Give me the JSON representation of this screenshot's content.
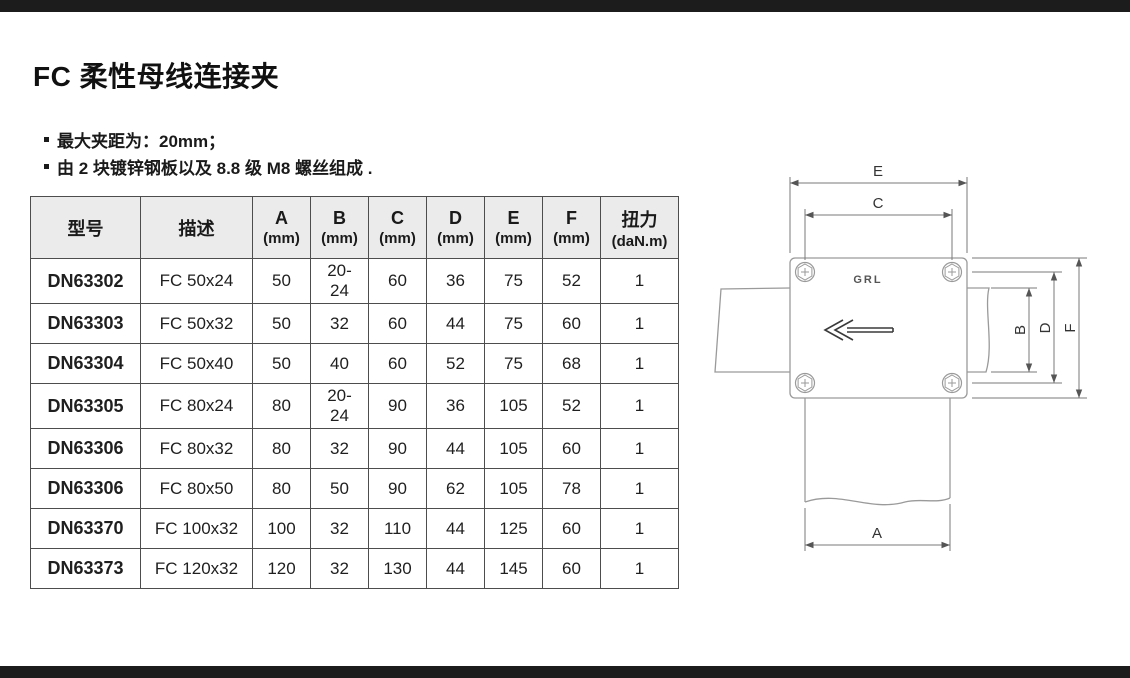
{
  "page": {
    "title": "FC 柔性母线连接夹",
    "bullets": [
      "最大夹距为：20mm；",
      "由 2 块镀锌钢板以及 8.8 级 M8 螺丝组成 ."
    ]
  },
  "table": {
    "headers": [
      {
        "top": "型号",
        "sub": ""
      },
      {
        "top": "描述",
        "sub": ""
      },
      {
        "top": "A",
        "sub": "(mm)"
      },
      {
        "top": "B",
        "sub": "(mm)"
      },
      {
        "top": "C",
        "sub": "(mm)"
      },
      {
        "top": "D",
        "sub": "(mm)"
      },
      {
        "top": "E",
        "sub": "(mm)"
      },
      {
        "top": "F",
        "sub": "(mm)"
      },
      {
        "top": "扭力",
        "sub": "(daN.m)"
      }
    ],
    "rows": [
      [
        "DN63302",
        "FC 50x24",
        "50",
        "20-24",
        "60",
        "36",
        "75",
        "52",
        "1"
      ],
      [
        "DN63303",
        "FC 50x32",
        "50",
        "32",
        "60",
        "44",
        "75",
        "60",
        "1"
      ],
      [
        "DN63304",
        "FC 50x40",
        "50",
        "40",
        "60",
        "52",
        "75",
        "68",
        "1"
      ],
      [
        "DN63305",
        "FC 80x24",
        "80",
        "20-24",
        "90",
        "36",
        "105",
        "52",
        "1"
      ],
      [
        "DN63306",
        "FC 80x32",
        "80",
        "32",
        "90",
        "44",
        "105",
        "60",
        "1"
      ],
      [
        "DN63306",
        "FC 80x50",
        "80",
        "50",
        "90",
        "62",
        "105",
        "78",
        "1"
      ],
      [
        "DN63370",
        "FC 100x32",
        "100",
        "32",
        "110",
        "44",
        "125",
        "60",
        "1"
      ],
      [
        "DN63373",
        "FC 120x32",
        "120",
        "32",
        "130",
        "44",
        "145",
        "60",
        "1"
      ]
    ]
  },
  "diagram": {
    "brand": "GRL",
    "labels": {
      "a": "A",
      "b": "B",
      "c": "C",
      "d": "D",
      "e": "E",
      "f": "F"
    }
  },
  "colors": {
    "accent_bar": "#1c1c1c",
    "table_header_bg": "#ebebeb",
    "table_border": "#4d4d4d",
    "drawing_line": "#9a9a9a"
  }
}
